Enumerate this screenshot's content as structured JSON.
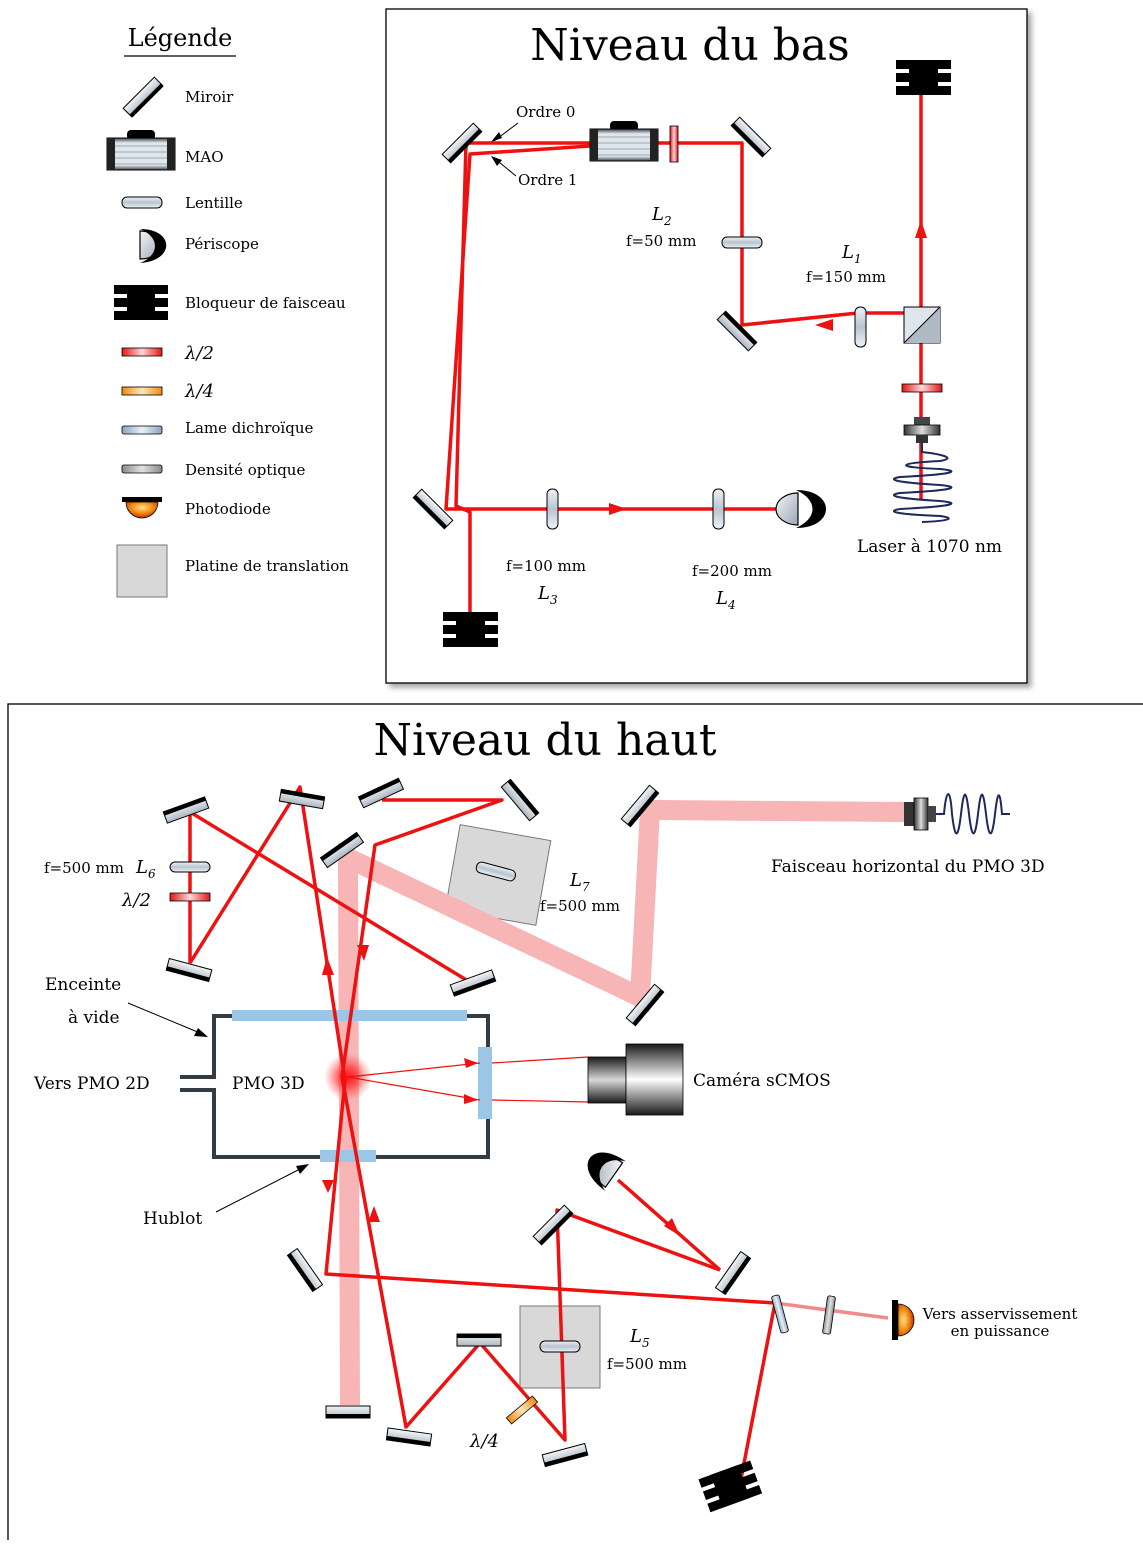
{
  "legend": {
    "title": "Légende",
    "items": [
      {
        "key": "mirror",
        "label": "Miroir"
      },
      {
        "key": "aom",
        "label": "MAO"
      },
      {
        "key": "lens",
        "label": "Lentille"
      },
      {
        "key": "periscope",
        "label": "Périscope"
      },
      {
        "key": "beam_block",
        "label": "Bloqueur de faisceau"
      },
      {
        "key": "half_wave",
        "label": "λ/2"
      },
      {
        "key": "quarter_wave",
        "label": "λ/4"
      },
      {
        "key": "dichroic",
        "label": "Lame dichroïque"
      },
      {
        "key": "nd_filter",
        "label": "Densité optique"
      },
      {
        "key": "photodiode",
        "label": "Photodiode"
      },
      {
        "key": "stage",
        "label": "Platine de translation"
      }
    ]
  },
  "lower": {
    "title": "Niveau du bas",
    "order0": "Ordre 0",
    "order1": "Ordre 1",
    "l2_name": "L",
    "l2_sub": "2",
    "l2_focal": "f=50 mm",
    "l1_name": "L",
    "l1_sub": "1",
    "l1_focal": "f=150 mm",
    "l3_name": "L",
    "l3_sub": "3",
    "l3_focal": "f=100 mm",
    "l4_name": "L",
    "l4_sub": "4",
    "l4_focal": "f=200 mm",
    "laser": "Laser à 1070 nm"
  },
  "upper": {
    "title": "Niveau du haut",
    "l6_focal": "f=500 mm",
    "l6_name": "L",
    "l6_sub": "6",
    "half_wave": "λ/2",
    "l7_name": "L",
    "l7_sub": "7",
    "l7_focal": "f=500 mm",
    "horizontal_beam": "Faisceau horizontal du PMO 3D",
    "chamber_line1": "Enceinte",
    "chamber_line2": "à vide",
    "to_2d_mot": "Vers PMO 2D",
    "mot_3d": "PMO 3D",
    "camera": "Caméra sCMOS",
    "window": "Hublot",
    "l5_name": "L",
    "l5_sub": "5",
    "l5_focal": "f=500 mm",
    "quarter_wave": "λ/4",
    "power_line1": "Vers asservissement",
    "power_line2": "en puissance"
  },
  "colors": {
    "laser": "#ee1111",
    "wide_beam": "#f7b5b5",
    "window": "#9cc6e6",
    "stage": "#d8d8d8",
    "chamber": "#333b45"
  }
}
